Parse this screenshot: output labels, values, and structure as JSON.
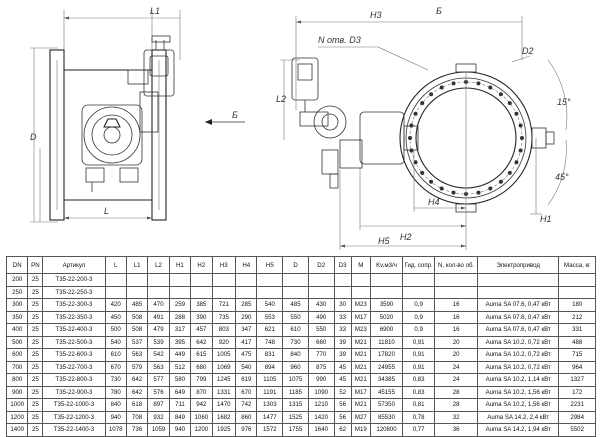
{
  "drawing": {
    "labels": {
      "l1": "L1",
      "l": "L",
      "d": "D",
      "b_left": "Б",
      "h3": "H3",
      "b_right": "Б",
      "n_otv": "N отв. D3",
      "l2": "L2",
      "h4": "H4",
      "h2": "H2",
      "h5": "H5",
      "h1": "H1",
      "d2": "D2",
      "angle1": "15°",
      "angle2": "45°"
    }
  },
  "table": {
    "columns": [
      "DN",
      "PN",
      "Артикул",
      "L",
      "L1",
      "L2",
      "H1",
      "H2",
      "H3",
      "H4",
      "H5",
      "D",
      "D2",
      "D3",
      "M",
      "Kv,м3/ч",
      "Гид. сопр.",
      "N, кол-во об.",
      "Электропривод",
      "Масса, кг"
    ],
    "rows": [
      [
        "200",
        "25",
        "Т35-22-200-3",
        "",
        "",
        "",
        "",
        "",
        "",
        "",
        "",
        "",
        "",
        "",
        "",
        "",
        "",
        "",
        "",
        ""
      ],
      [
        "250",
        "25",
        "Т35-22-250-3",
        "",
        "",
        "",
        "",
        "",
        "",
        "",
        "",
        "",
        "",
        "",
        "",
        "",
        "",
        "",
        "",
        ""
      ],
      [
        "300",
        "25",
        "Т35-22-300-3",
        "420",
        "485",
        "470",
        "259",
        "385",
        "721",
        "285",
        "540",
        "485",
        "430",
        "30",
        "M23",
        "3590",
        "0,9",
        "16",
        "Auma SA 07.6, 0,47 кВт",
        "180"
      ],
      [
        "350",
        "25",
        "Т35-22-350-3",
        "450",
        "508",
        "491",
        "288",
        "390",
        "735",
        "290",
        "553",
        "550",
        "490",
        "33",
        "M17",
        "5020",
        "0,9",
        "16",
        "Auma SA 07.6, 0,47 кВт",
        "212"
      ],
      [
        "400",
        "25",
        "Т35-22-400-3",
        "500",
        "508",
        "479",
        "317",
        "457",
        "803",
        "347",
        "621",
        "610",
        "550",
        "33",
        "M23",
        "6900",
        "0,9",
        "16",
        "Auma SA 07.6, 0,47 кВт",
        "331"
      ],
      [
        "500",
        "25",
        "Т35-22-500-3",
        "540",
        "537",
        "539",
        "395",
        "642",
        "920",
        "417",
        "748",
        "730",
        "660",
        "39",
        "M21",
        "11810",
        "0,91",
        "20",
        "Auma SA 10.2, 0,72 кВт",
        "488"
      ],
      [
        "600",
        "25",
        "Т35-22-600-3",
        "610",
        "563",
        "542",
        "449",
        "615",
        "1005",
        "475",
        "831",
        "840",
        "770",
        "39",
        "M21",
        "17820",
        "0,91",
        "20",
        "Auma SA 10.2, 0,72 кВт",
        "715"
      ],
      [
        "700",
        "25",
        "Т35-22-700-3",
        "670",
        "579",
        "563",
        "512",
        "680",
        "1069",
        "540",
        "894",
        "960",
        "875",
        "45",
        "M21",
        "24955",
        "0,91",
        "24",
        "Auma SA 10.2, 0,72 кВт",
        "964"
      ],
      [
        "800",
        "25",
        "Т35-22-800-3",
        "730",
        "642",
        "577",
        "580",
        "799",
        "1245",
        "619",
        "1105",
        "1075",
        "990",
        "45",
        "M21",
        "34385",
        "0,83",
        "24",
        "Auma SA 10.2, 1,14 кВт",
        "1327"
      ],
      [
        "900",
        "25",
        "Т35-22-900-3",
        "780",
        "642",
        "576",
        "649",
        "870",
        "1331",
        "670",
        "1191",
        "1185",
        "1090",
        "52",
        "M17",
        "45155",
        "0,83",
        "28",
        "Auma SA 10.2, 1,56 кВт",
        "172"
      ],
      [
        "1000",
        "25",
        "Т35-22-1000-3",
        "840",
        "618",
        "897",
        "711",
        "942",
        "1470",
        "742",
        "1303",
        "1315",
        "1210",
        "56",
        "M21",
        "57350",
        "0,81",
        "28",
        "Auma SA 10.2, 1,56 кВт",
        "2231"
      ],
      [
        "1200",
        "25",
        "Т35-22-1200-3",
        "940",
        "708",
        "932",
        "849",
        "1060",
        "1682",
        "860",
        "1477",
        "1525",
        "1420",
        "56",
        "M27",
        "85530",
        "0,78",
        "32",
        "Auma SA 14.2, 2,4 кВт",
        "2984"
      ],
      [
        "1400",
        "25",
        "Т35-22-1400-3",
        "1078",
        "736",
        "1059",
        "940",
        "1200",
        "1925",
        "976",
        "1572",
        "1755",
        "1640",
        "62",
        "M19",
        "120800",
        "0,77",
        "36",
        "Auma SA 14.2, 1,94 кВт",
        "5502"
      ]
    ]
  }
}
